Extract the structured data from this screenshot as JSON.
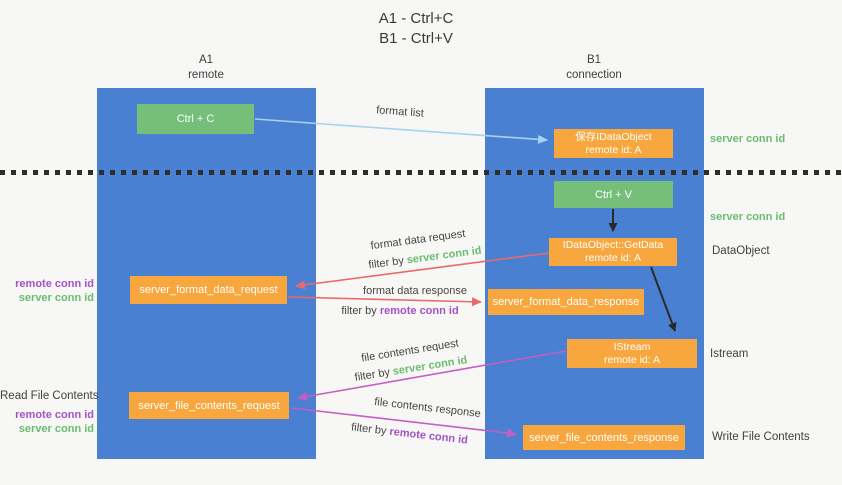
{
  "title": {
    "line1": "A1 - Ctrl+C",
    "line2": "B1 - Ctrl+V"
  },
  "columns": {
    "left": {
      "header_line1": "A1",
      "header_line2": "remote"
    },
    "right": {
      "header_line1": "B1",
      "header_line2": "connection"
    }
  },
  "boxes": {
    "ctrl_c": "Ctrl + C",
    "ctrl_v": "Ctrl + V",
    "save_idataobject": {
      "line1": "保存IDataObject",
      "line2": "remote id: A"
    },
    "getdata": {
      "line1": "IDataObject::GetData",
      "line2": "remote id: A"
    },
    "istream": {
      "line1": "IStream",
      "line2": "remote id: A"
    },
    "format_request": "server_format_data_request",
    "format_response": "server_format_data_response",
    "file_request": "server_file_contents_request",
    "file_response": "server_file_contents_response"
  },
  "arrow_labels": {
    "format_list": "format list",
    "format_data_request": "format data request",
    "format_data_response": "format data response",
    "file_contents_request": "file contents request",
    "file_contents_response": "file contents response",
    "filter_by": "filter by ",
    "server_conn_id": "server conn id",
    "remote_conn_id": "remote conn id"
  },
  "side_labels": {
    "left_mid": {
      "remote": "remote conn id",
      "server": "server conn id"
    },
    "left_bottom": {
      "title": "Read File Contents",
      "remote": "remote conn id",
      "server": "server conn id"
    },
    "right": {
      "server_conn_id_top": "server conn id",
      "server_conn_id_mid": "server conn id",
      "dataobject": "DataObject",
      "istream": "Istream",
      "write_file_contents": "Write File Contents"
    }
  },
  "colors": {
    "column_blue": "#4a80d2",
    "box_green": "#76bf7b",
    "box_orange": "#f8a73f",
    "green_id": "#6abd6e",
    "purple_id": "#a352c9",
    "arrow_red": "#e96a6c",
    "arrow_magenta": "#c55fc3",
    "arrow_blue": "#a5d3f0",
    "arrow_black": "#2a2a2a",
    "text_dark": "#454545",
    "background": "#f7f7f6",
    "dotted_line": "#2e2e2e",
    "box_text": "#ffffff"
  }
}
